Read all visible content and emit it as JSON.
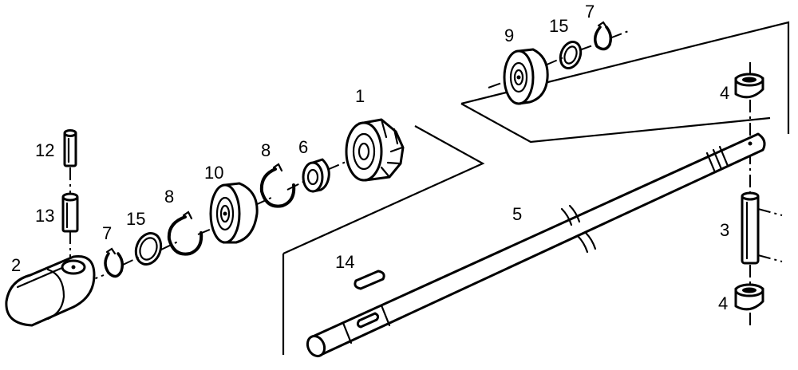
{
  "labels": {
    "part1": "1",
    "part2": "2",
    "part3": "3",
    "part4_top": "4",
    "part4_bottom": "4",
    "part5": "5",
    "part6": "6",
    "part7_left": "7",
    "part7_right": "7",
    "part8_left": "8",
    "part8_right": "8",
    "part9": "9",
    "part10": "10",
    "part12": "12",
    "part13": "13",
    "part14": "14",
    "part15_left": "15",
    "part15_right": "15"
  }
}
